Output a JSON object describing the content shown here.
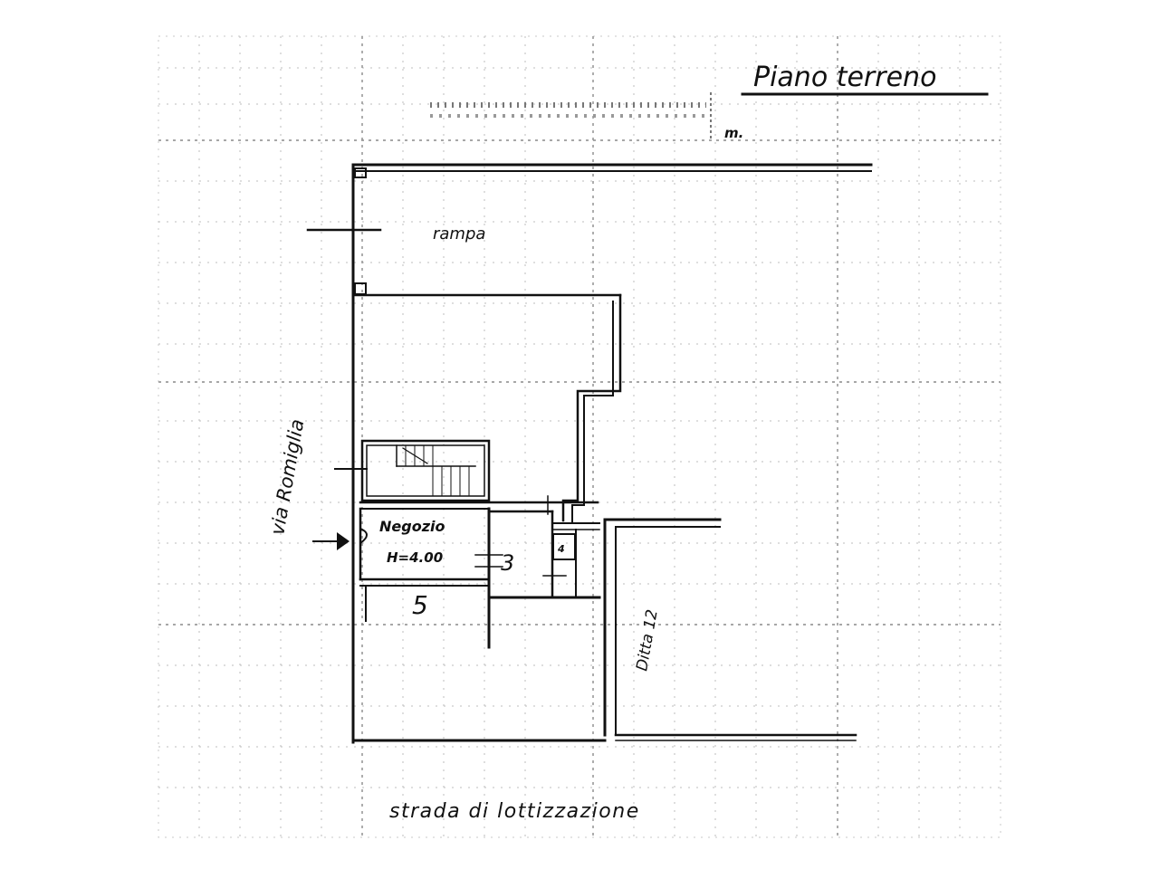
{
  "plan": {
    "title": "Piano terreno",
    "header_mark": "m.",
    "labels": {
      "ramp": "rampa",
      "street_side": "via Romiglia",
      "street_bottom": "strada di lottizzazione",
      "shop": "Negozio",
      "shop_height": "H=4.00",
      "room_3": "3",
      "room_5": "5",
      "room_4": "4",
      "neighbor": "Ditta 12"
    },
    "colors": {
      "ink": "#111111",
      "grid": "#8a8a8a",
      "paper": "#ffffff"
    }
  }
}
